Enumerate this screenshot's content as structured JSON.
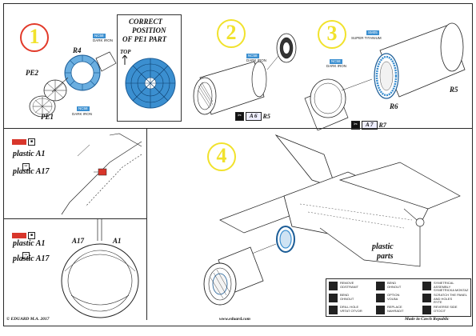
{
  "steps": [
    {
      "number": "1"
    },
    {
      "number": "2"
    },
    {
      "number": "3"
    },
    {
      "number": "4"
    }
  ],
  "panel1": {
    "labels": {
      "r4": "R4",
      "pe2": "PE2",
      "pe1": "PE1"
    },
    "tags": [
      {
        "code": "NC58",
        "desc": "DARK IRON"
      },
      {
        "code": "NC58",
        "desc": "DARK IRON"
      }
    ]
  },
  "correct_box": {
    "title_line1": "CORRECT",
    "title_line2": "POSITION",
    "title_line3": "OF PE1 PART",
    "top_label": "TOP"
  },
  "panel2": {
    "tag": {
      "code": "NC58",
      "desc": "DARK IRON"
    },
    "ref_part": "A 6",
    "ref_r": "R5"
  },
  "panel3": {
    "tags": [
      {
        "code": "SM05",
        "desc": "SUPER TITANIUM"
      },
      {
        "code": "NC58",
        "desc": "DARK IRON"
      }
    ],
    "labels": {
      "r5": "R5",
      "r6": "R6"
    },
    "ref_part": "A 7",
    "ref_r": "R7"
  },
  "left_top": {
    "plastic_a1": "plastic A1",
    "plastic_a17": "plastic A17"
  },
  "left_bottom": {
    "plastic_a1": "plastic A1",
    "plastic_a17": "plastic A17",
    "a17": "A17",
    "a1": "A1"
  },
  "panel4": {
    "plastic_parts_line1": "plastic",
    "plastic_parts_line2": "parts"
  },
  "legend": [
    {
      "text": "REMOVE\nODSTRANIT"
    },
    {
      "text": "BEND\nOHNOUT"
    },
    {
      "text": "SYMETRICAL ASSEMBLY\nSYMETRICKA MONTAZ"
    },
    {
      "text": "BEND\nOHNOUT"
    },
    {
      "text": "OPTION\nVOLBA"
    },
    {
      "text": "SCRATCH THE PANEL AND HOLES\nRYTE"
    },
    {
      "text": "DRILL HOLE\nVRTAT OTVOR"
    },
    {
      "text": "REPLACE\nNAHRADIT"
    },
    {
      "text": "REVERSE SIDE\nOTOCIT"
    }
  ],
  "footer": {
    "left": "© EDUARD M.A. 2017",
    "center": "www.eduard.com",
    "right": "Made in Czech Republic"
  },
  "colors": {
    "step_number": "#f1e22c",
    "step_ring": "#e23a2a",
    "photo_etch_blue": "#3b8fd0",
    "paint_red": "#d8362b"
  }
}
